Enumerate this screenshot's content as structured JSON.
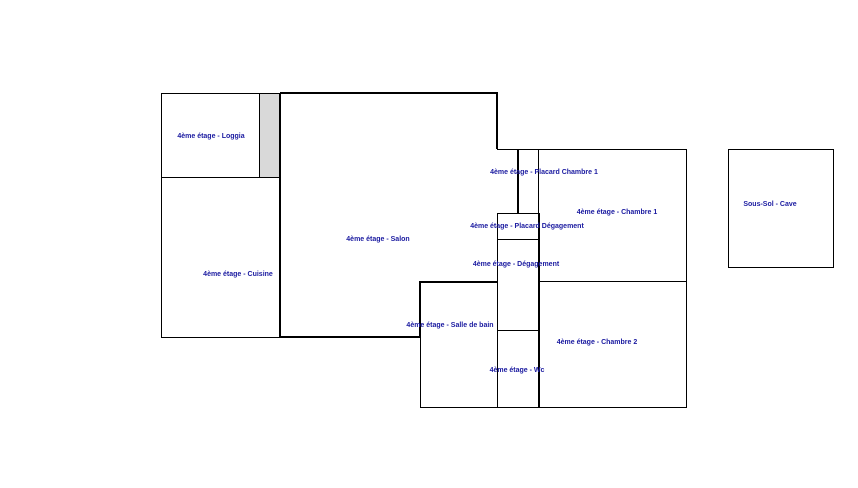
{
  "colors": {
    "label": "#1a1aa0",
    "hatch_fill": "#d9d9d9",
    "wall": "#000000",
    "background": "#ffffff"
  },
  "rooms": {
    "loggia": "4ème étage - Loggia",
    "cuisine": "4ème étage - Cuisine",
    "salon": "4ème étage - Salon",
    "placard_chambre_1": "4ème étage - Placard Chambre 1",
    "chambre_1": "4ème étage - Chambre 1",
    "placard_degagement": "4ème étage - Placard Dégagement",
    "degagement": "4ème étage - Dégagement",
    "salle_de_bain": "4ème étage - Salle de bain",
    "chambre_2": "4ème étage - Chambre 2",
    "wc": "4ème étage - Wc",
    "cave": "Sous-Sol - Cave"
  }
}
